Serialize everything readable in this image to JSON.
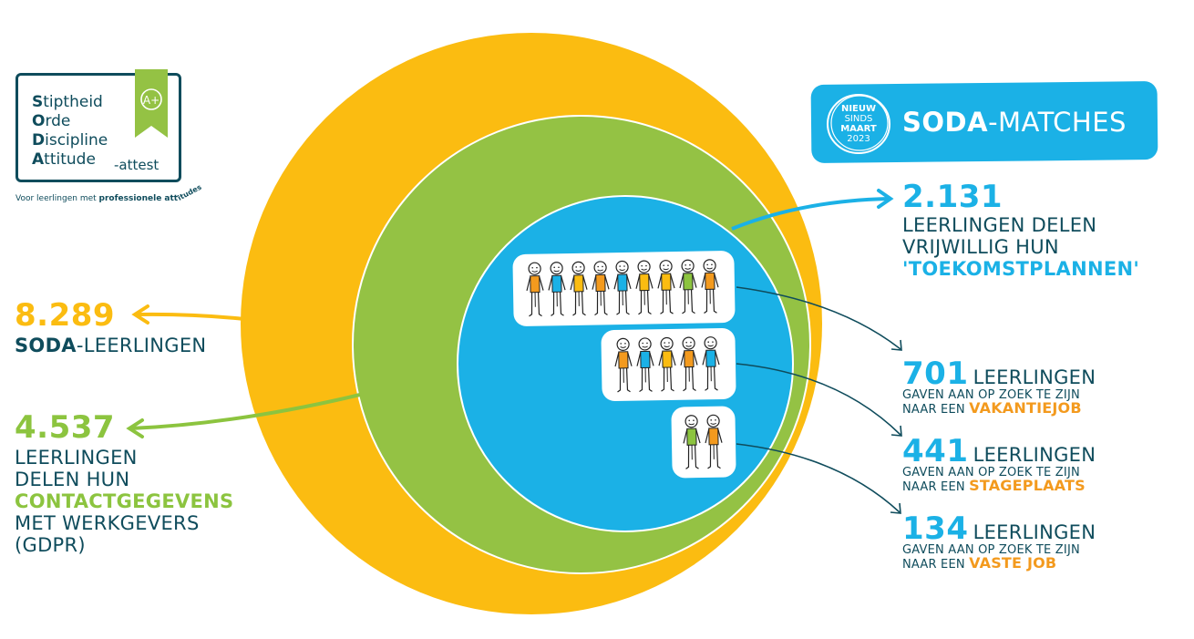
{
  "colors": {
    "yellow": "#fbbc11",
    "green": "#94c244",
    "blue": "#1bb1e6",
    "teal": "#0f4c5c",
    "orange": "#f39a1e"
  },
  "logo": {
    "lines": [
      {
        "initial": "S",
        "rest": "tiptheid"
      },
      {
        "initial": "O",
        "rest": "rde"
      },
      {
        "initial": "D",
        "rest": "iscipline"
      },
      {
        "initial": "A",
        "rest": "ttitude"
      }
    ],
    "suffix": "-attest",
    "badge": "A+",
    "tagline_prefix": "Voor leerlingen met ",
    "tagline_bold": "professionele att",
    "tagline_arc": "itudes"
  },
  "banner": {
    "badge_lines": [
      "NIEUW",
      "SINDS",
      "MAART",
      "2023"
    ],
    "title_bold": "SODA",
    "title_rest": "-MATCHES"
  },
  "soda_students": {
    "count": "8.289",
    "label_bold": "SODA",
    "label_rest": "-LEERLINGEN"
  },
  "contact_sharing": {
    "count": "4.537",
    "lines": [
      "LEERLINGEN",
      "DELEN HUN"
    ],
    "highlight": "CONTACTGEGEVENS",
    "lines_after": [
      "MET WERKGEVERS",
      "(GDPR)"
    ]
  },
  "future_plans": {
    "count": "2.131",
    "lines": [
      "LEERLINGEN DELEN",
      "VRIJWILLIG HUN"
    ],
    "highlight": "'TOEKOMSTPLANNEN'"
  },
  "matches": [
    {
      "count": "701",
      "unit": "LEERLINGEN",
      "line1": "GAVEN AAN OP ZOEK TE ZIJN",
      "line2_prefix": "NAAR EEN ",
      "target": "VAKANTIEJOB",
      "people": [
        "orange",
        "blue",
        "yellow",
        "orange",
        "blue",
        "yellow",
        "yellow",
        "green",
        "orange"
      ]
    },
    {
      "count": "441",
      "unit": "LEERLINGEN",
      "line1": "GAVEN AAN OP ZOEK TE ZIJN",
      "line2_prefix": "NAAR EEN ",
      "target": "STAGEPLAATS",
      "people": [
        "orange",
        "blue",
        "yellow",
        "orange",
        "blue"
      ]
    },
    {
      "count": "134",
      "unit": "LEERLINGEN",
      "line1": "GAVEN AAN OP ZOEK TE ZIJN",
      "line2_prefix": "NAAR EEN ",
      "target": "VASTE JOB",
      "people": [
        "green",
        "orange"
      ]
    }
  ],
  "figure_colors": {
    "orange": "#f39a1e",
    "blue": "#1bb1e6",
    "yellow": "#fbbc11",
    "green": "#8cc43f"
  }
}
